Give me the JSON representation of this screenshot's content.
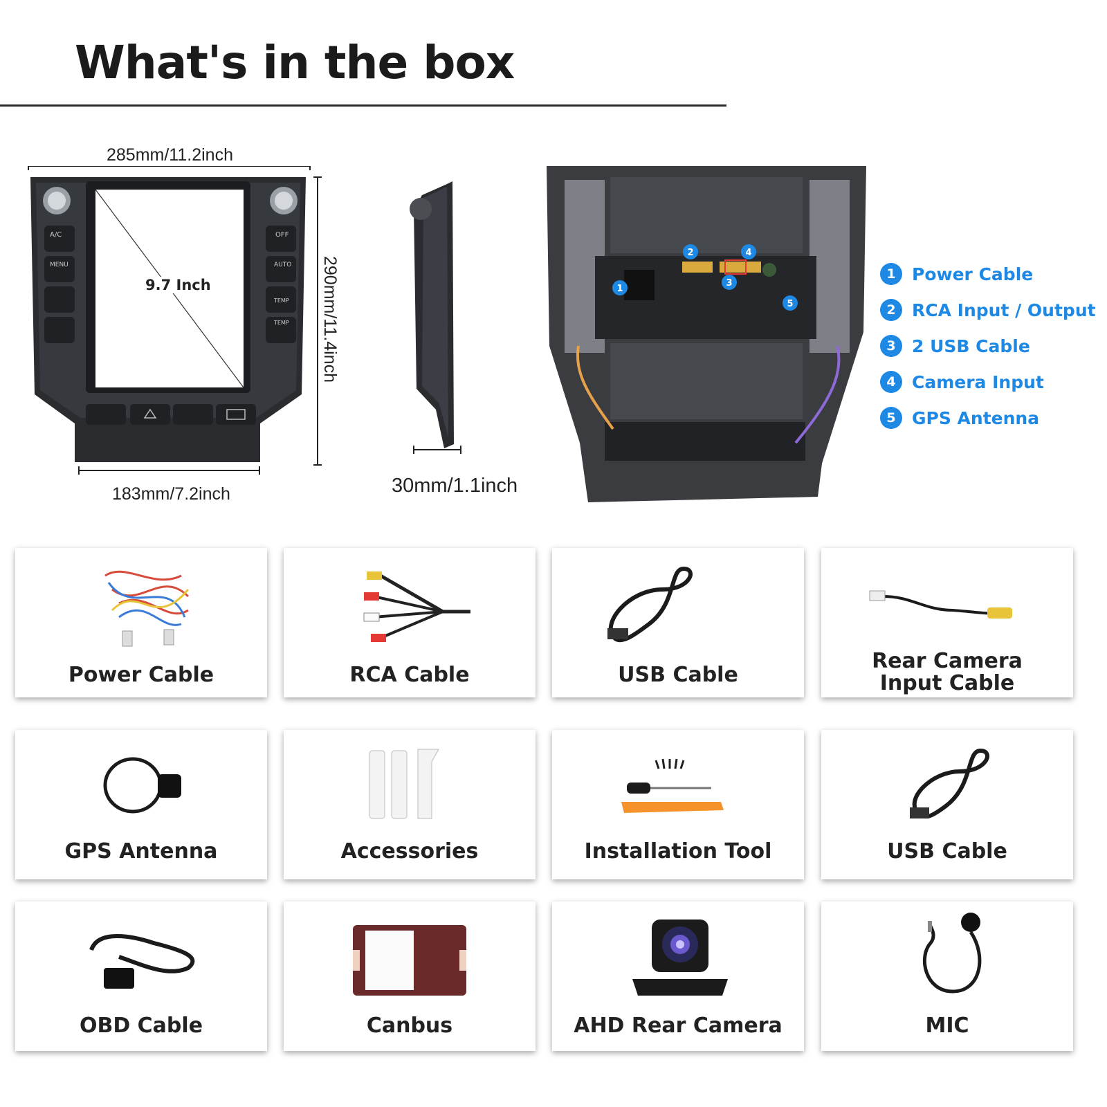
{
  "header": {
    "title": "What's in the box"
  },
  "dimensions": {
    "width_top": "285mm/11.2inch",
    "width_bottom": "183mm/7.2inch",
    "height": "290mm/11.4inch",
    "depth": "30mm/1.1inch",
    "screen_size": "9.7 Inch"
  },
  "front_buttons": {
    "left": [
      "A/C",
      "MENU"
    ],
    "right": [
      "OFF",
      "AUTO",
      "TEMP",
      "TEMP"
    ]
  },
  "legend": [
    {
      "num": "1",
      "label": "Power Cable"
    },
    {
      "num": "2",
      "label": "RCA Input / Output"
    },
    {
      "num": "3",
      "label": "2 USB Cable"
    },
    {
      "num": "4",
      "label": "Camera Input"
    },
    {
      "num": "5",
      "label": "GPS Antenna"
    }
  ],
  "accent_color": "#1e88e5",
  "items": [
    {
      "label": "Power Cable",
      "icon": "power-harness-icon"
    },
    {
      "label": "RCA Cable",
      "icon": "rca-cable-icon"
    },
    {
      "label": "USB Cable",
      "icon": "usb-cable-icon"
    },
    {
      "label": "Rear Camera\nInput Cable",
      "icon": "camera-input-cable-icon"
    },
    {
      "label": "GPS Antenna",
      "icon": "gps-antenna-icon"
    },
    {
      "label": "Accessories",
      "icon": "mounting-brackets-icon"
    },
    {
      "label": "Installation Tool",
      "icon": "installation-tool-icon"
    },
    {
      "label": "USB Cable",
      "icon": "usb-cable-icon"
    },
    {
      "label": "OBD Cable",
      "icon": "obd-cable-icon"
    },
    {
      "label": "Canbus",
      "icon": "canbus-box-icon"
    },
    {
      "label": "AHD Rear Camera",
      "icon": "rear-camera-icon"
    },
    {
      "label": "MIC",
      "icon": "microphone-icon"
    }
  ]
}
